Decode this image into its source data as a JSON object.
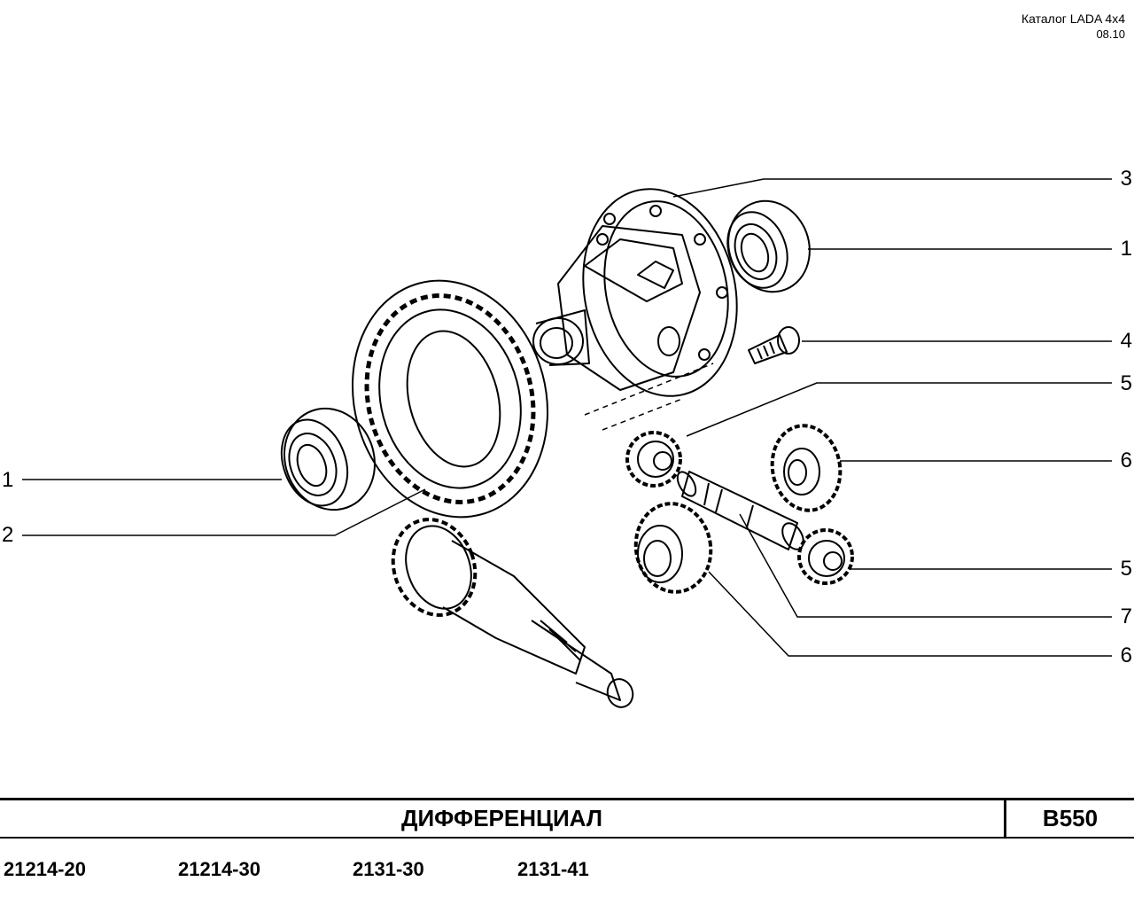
{
  "header": {
    "line1": "Каталог  LADA  4x4",
    "line2": "08.10"
  },
  "callouts": {
    "r3": "3",
    "r1": "1",
    "r4": "4",
    "r5a": "5",
    "r6a": "6",
    "r5b": "5",
    "r7": "7",
    "r6b": "6",
    "l1": "1",
    "l2": "2"
  },
  "footer": {
    "title": "ДИФФЕРЕНЦИАЛ",
    "code": "B550",
    "models": [
      "21214-20",
      "21214-30",
      "2131-30",
      "2131-41"
    ]
  }
}
